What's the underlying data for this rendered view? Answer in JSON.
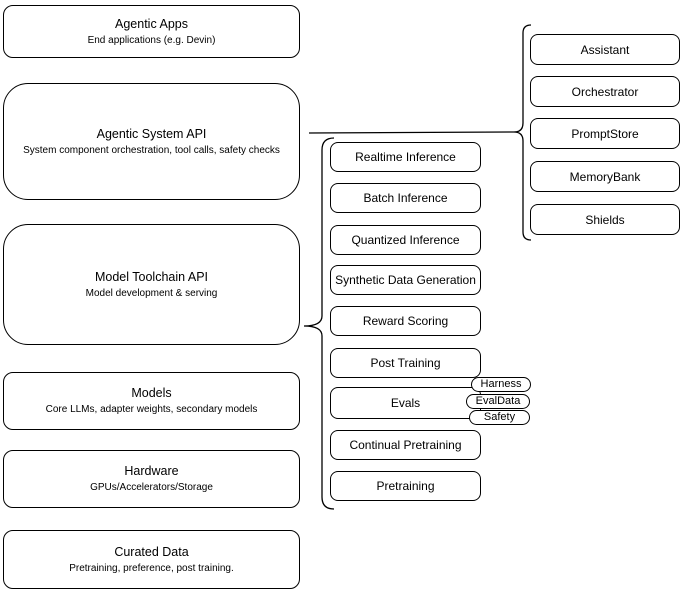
{
  "stack": [
    {
      "title": "Agentic Apps",
      "subtitle": "End applications (e.g. Devin)"
    },
    {
      "title": "Agentic System API",
      "subtitle": "System component orchestration, tool calls, safety checks"
    },
    {
      "title": "Model Toolchain API",
      "subtitle": "Model development & serving"
    },
    {
      "title": "Models",
      "subtitle": "Core LLMs, adapter weights, secondary models"
    },
    {
      "title": "Hardware",
      "subtitle": "GPUs/Accelerators/Storage"
    },
    {
      "title": "Curated Data",
      "subtitle": "Pretraining, preference, post training."
    }
  ],
  "toolchain_items": [
    "Realtime Inference",
    "Batch Inference",
    "Quantized Inference",
    "Synthetic Data Generation",
    "Reward Scoring",
    "Post Training",
    "Evals",
    "Continual Pretraining",
    "Pretraining"
  ],
  "evals_tags": [
    "Harness",
    "EvalData",
    "Safety"
  ],
  "system_components": [
    "Assistant",
    "Orchestrator",
    "PromptStore",
    "MemoryBank",
    "Shields"
  ],
  "colors": {
    "background": "#ffffff",
    "node_fill": "#ffffff",
    "node_stroke": "#000000",
    "text": "#000000"
  }
}
